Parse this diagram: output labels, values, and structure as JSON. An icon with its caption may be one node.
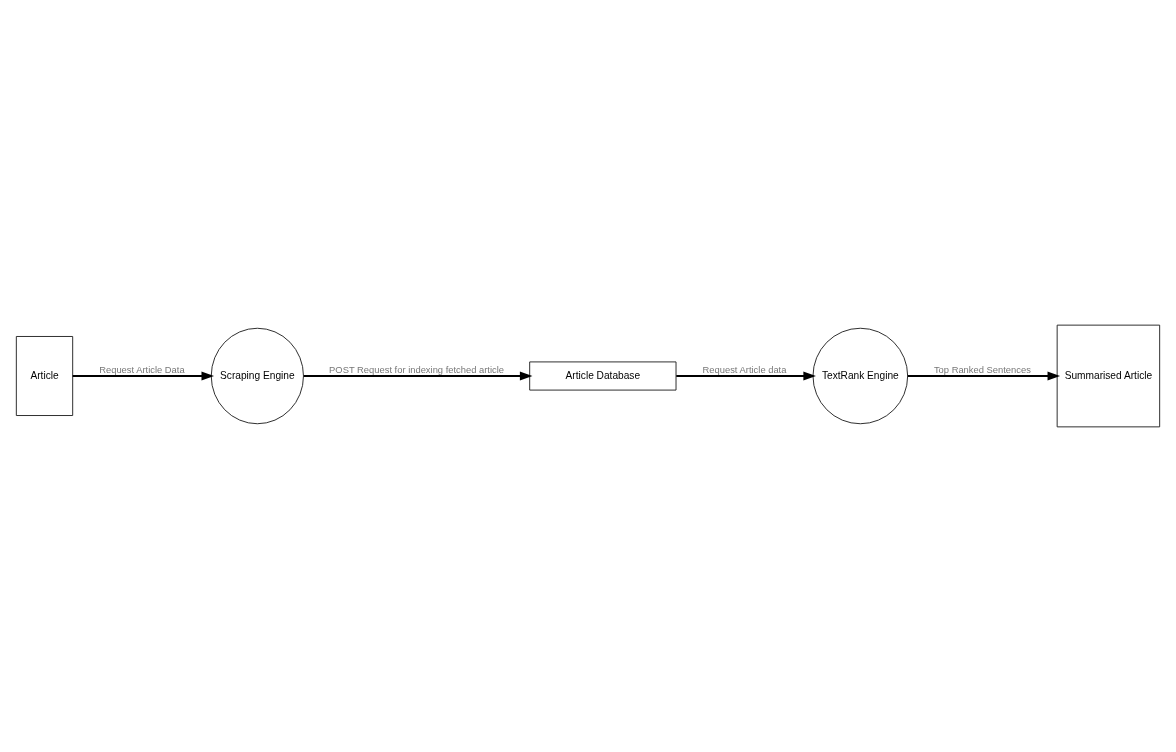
{
  "diagram": {
    "nodes": [
      {
        "text": [
          "Article"
        ]
      },
      {
        "text": [
          "Scraping Engine"
        ]
      },
      {
        "text": [
          "TextRank Engine"
        ]
      },
      {
        "text": [
          "Summarised Article"
        ]
      },
      {
        "text": [
          "Article Database"
        ]
      }
    ],
    "edges": [
      {
        "from": 0,
        "to": 1,
        "arrow": "to",
        "label": "Request Article Data"
      },
      {
        "from": 1,
        "to": 4,
        "arrow": "to",
        "label": "POST Request for indexing fetched article"
      },
      {
        "from": 4,
        "to": 2,
        "arrow": "to",
        "label": "Request Article data"
      },
      {
        "from": 2,
        "to": 3,
        "arrow": "to",
        "label": "Top Ranked Sentences"
      }
    ]
  }
}
